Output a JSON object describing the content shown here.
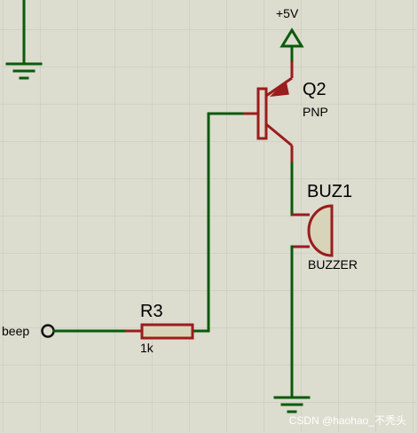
{
  "labels": {
    "supply": "+5V",
    "transistor_ref": "Q2",
    "transistor_type": "PNP",
    "buzzer_ref": "BUZ1",
    "buzzer_type": "BUZZER",
    "resistor_ref": "R3",
    "resistor_value": "1k",
    "input_net": "beep"
  },
  "watermark": "CSDN @haohao_不秃头",
  "colors": {
    "background": "#dcdccf",
    "grid": "#c6c6b8",
    "wire": "#0b5a0b",
    "component": "#9b1c1c",
    "buzzer_fill": "#d8d4ba"
  }
}
